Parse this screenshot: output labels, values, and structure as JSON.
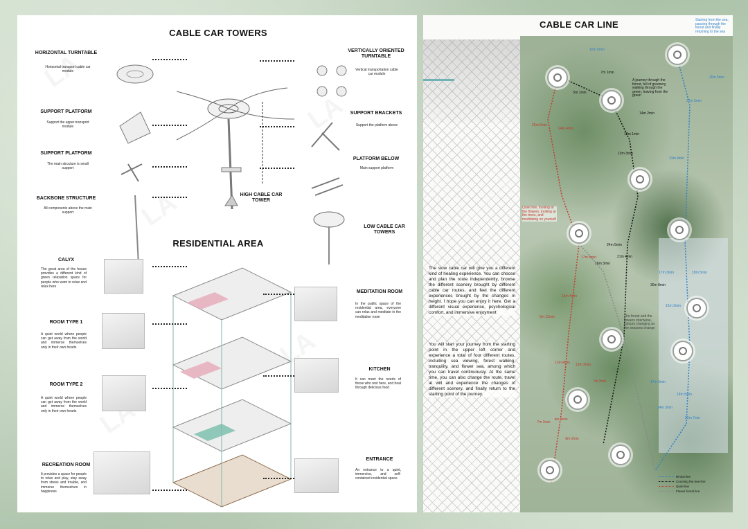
{
  "left": {
    "title_towers": "CABLE CAR TOWERS",
    "title_residential": "RESIDENTIAL AREA",
    "high_tower_label": "HIGH CABLE CAR TOWER",
    "tower_items": [
      {
        "label": "HORIZONTAL TURNTABLE",
        "desc": "Horizontal transport cable car module"
      },
      {
        "label": "SUPPORT PLATFORM",
        "desc": "Support the upper transport module"
      },
      {
        "label": "SUPPORT PLATFORM",
        "desc": "The main structure is small support"
      },
      {
        "label": "BACKBONE STRUCTURE",
        "desc": "All components above the main support"
      }
    ],
    "tower_items_right": [
      {
        "label": "VERTICALLY ORIENTED TURNTABLE",
        "desc": "Vertical transportation cable car module"
      },
      {
        "label": "SUPPORT BRACKETS",
        "desc": "Support the platform above"
      },
      {
        "label": "PLATFORM BELOW",
        "desc": "Main support platform"
      },
      {
        "label": "LOW CABLE CAR TOWERS",
        "desc": ""
      }
    ],
    "res_items": [
      {
        "label": "CALYX",
        "desc": "The great area of the house provides a different kind of green relaxation space for people who want to relax and relax here"
      },
      {
        "label": "ROOM TYPE 1",
        "desc": "A quiet world where people can get away from the world and immerse themselves only in their own hearts"
      },
      {
        "label": "ROOM TYPE 2",
        "desc": "A quiet world where people can get away from the world and immerse themselves only in their own hearts"
      },
      {
        "label": "RECREATION ROOM",
        "desc": "It provides a space for people to relax and play, stay away from stress and trouble, and immerse themselves in happiness"
      }
    ],
    "res_items_right": [
      {
        "label": "MEDITATION ROOM",
        "desc": "In the public space of the residential area, everyone can relax and meditate in the meditation room"
      },
      {
        "label": "KITCHEN",
        "desc": "It can meet the needs of those who rest here, and heal through delicious food"
      },
      {
        "label": "ENTRANCE",
        "desc": "An entrance to a quiet, immersive, and self-contained residential space"
      }
    ]
  },
  "right": {
    "title": "CABLE CAR LINE",
    "paragraph1": "The slow cable car will give you a different kind of healing experience. You can choose and plan the route independently, browse the different scenery brought by different cable car routes, and feel the different experiences brought by the changes in height. I hope you can enjoy it here. Get a different visual experience, psychological comfort, and immersive enjoyment",
    "paragraph2": "You will start your journey from the starting point in the upper left corner and experience a total of four different routes, including sea viewing, forest walking, tranquility, and flower sea, among which you can travel continuously. At the same time, you can also change the route, travel at will and experience the changes of different scenery, and finally return to the starting point of the journey.",
    "annotation_black": "A journey through the forest, full of greenery, walking through the green, leaving from the green",
    "annotation_red": "Quiet line, looking at the flowers, looking at the trees, and meditating on yourself",
    "annotation_blue": "Starting from the sea, passing through the forest and finally returning to the sea",
    "annotation_grey": "The forest and the flowers intertwine, colours changing as the seasons change",
    "segments": [
      {
        "t": "7m 1min",
        "c": "k"
      },
      {
        "t": "5m 1min",
        "c": "k"
      },
      {
        "t": "14m 2min",
        "c": "k"
      },
      {
        "t": "12m 1min",
        "c": "k"
      },
      {
        "t": "10m 3min",
        "c": "k"
      },
      {
        "t": "21m 4min",
        "c": "k"
      },
      {
        "t": "24m 5min",
        "c": "k"
      },
      {
        "t": "30m 8min",
        "c": "k"
      },
      {
        "t": "16m 3min",
        "c": "k"
      },
      {
        "t": "25m 6min",
        "c": "r"
      },
      {
        "t": "24m 4min",
        "c": "r"
      },
      {
        "t": "17m 4min",
        "c": "r"
      },
      {
        "t": "15m 4min",
        "c": "r"
      },
      {
        "t": "13m 3min",
        "c": "r"
      },
      {
        "t": "7m 2min",
        "c": "r"
      },
      {
        "t": "13m 4min",
        "c": "r"
      },
      {
        "t": "4m 1min",
        "c": "r"
      },
      {
        "t": "8m 2min",
        "c": "r"
      },
      {
        "t": "7m 2min",
        "c": "r"
      },
      {
        "t": "6m 12min",
        "c": "r"
      },
      {
        "t": "16m 5min",
        "c": "b"
      },
      {
        "t": "27m 5min",
        "c": "b"
      },
      {
        "t": "23m 4min",
        "c": "b"
      },
      {
        "t": "17m 3min",
        "c": "b"
      },
      {
        "t": "18m 5min",
        "c": "b"
      },
      {
        "t": "15m 3min",
        "c": "b"
      },
      {
        "t": "17m 3min",
        "c": "b"
      },
      {
        "t": "18m 5min",
        "c": "b"
      },
      {
        "t": "20m 7min",
        "c": "b"
      },
      {
        "t": "14m 3min",
        "c": "b"
      },
      {
        "t": "26m 5min",
        "c": "b"
      }
    ],
    "legend": [
      {
        "label": "Rinhai line",
        "color": "#2f7fc8"
      },
      {
        "label": "Crossing the tree line",
        "color": "#111111"
      },
      {
        "label": "Quiet line",
        "color": "#c23a2e"
      },
      {
        "label": "Flower forest line",
        "color": "#888888"
      }
    ]
  }
}
